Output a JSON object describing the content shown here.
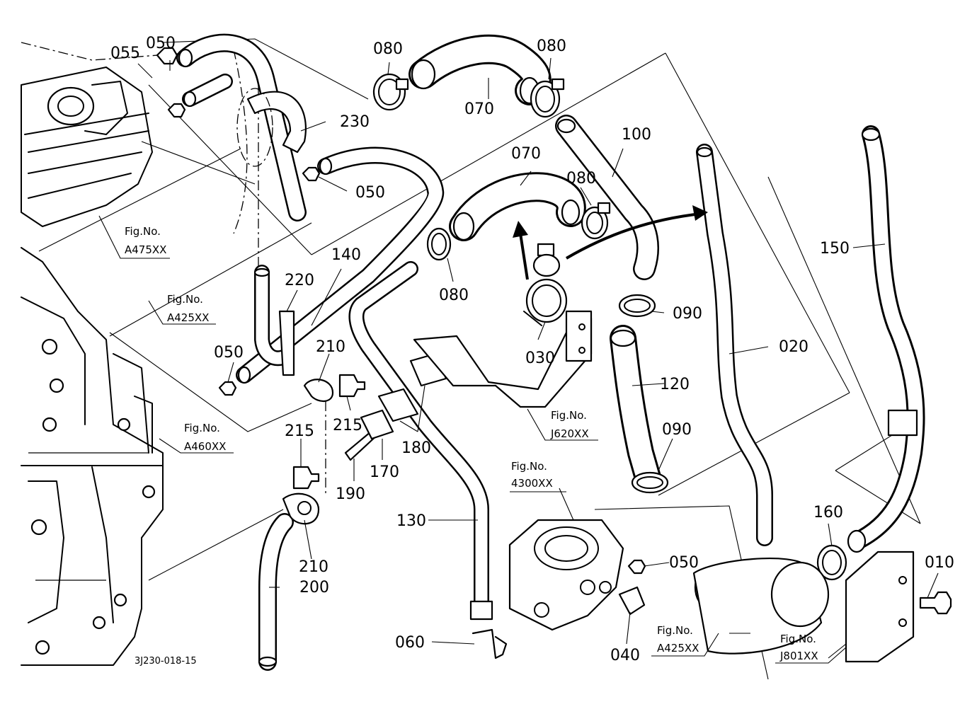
{
  "diagram": {
    "drawing_code": "3J230-018-15",
    "fig_prefix": "Fig.No.",
    "parts": {
      "p010": "010",
      "p020": "020",
      "p030": "030",
      "p040": "040",
      "p050": "050",
      "p055": "055",
      "p060": "060",
      "p070": "070",
      "p080": "080",
      "p090": "090",
      "p100": "100",
      "p120": "120",
      "p130": "130",
      "p140": "140",
      "p150": "150",
      "p160": "160",
      "p170": "170",
      "p180": "180",
      "p190": "190",
      "p200": "200",
      "p210": "210",
      "p215": "215",
      "p220": "220",
      "p230": "230"
    },
    "figure_refs": {
      "A475": "A475XX",
      "A425a": "A425XX",
      "A460": "A460XX",
      "J620": "J620XX",
      "F4300": "4300XX",
      "A425b": "A425XX",
      "J801": "J801XX"
    }
  }
}
